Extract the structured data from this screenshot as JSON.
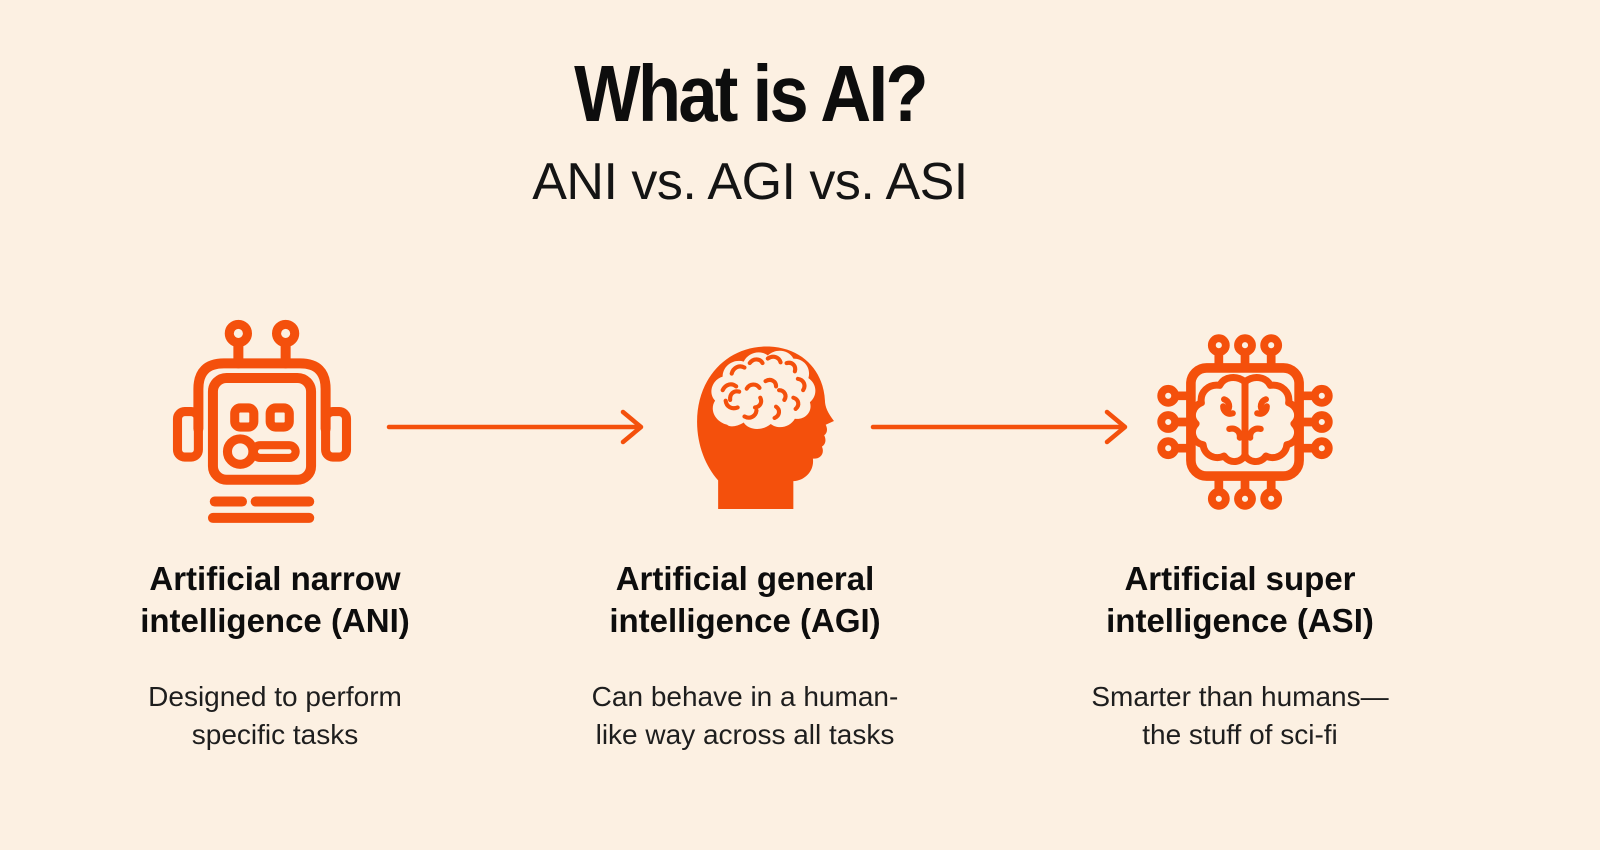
{
  "header": {
    "title": "What is AI?",
    "subtitle": "ANI vs. AGI vs. ASI"
  },
  "colors": {
    "background": "#FCF0E2",
    "accent_orange": "#F4500C",
    "heading_text": "#0D0D0D",
    "body_text": "#1E1E1E"
  },
  "columns": [
    {
      "id": "ani",
      "icon": "robot-icon",
      "heading_lines": [
        "Artificial narrow",
        "intelligence (ANI)"
      ],
      "description_lines": [
        "Designed to perform",
        "specific tasks"
      ]
    },
    {
      "id": "agi",
      "icon": "human-head-brain-icon",
      "heading_lines": [
        "Artificial general",
        "intelligence (AGI)"
      ],
      "description_lines": [
        "Can behave in a human-",
        "like way across all tasks"
      ]
    },
    {
      "id": "asi",
      "icon": "chip-brain-icon",
      "heading_lines": [
        "Artificial super",
        "intelligence (ASI)"
      ],
      "description_lines": [
        "Smarter than humans—",
        "the stuff of sci-fi"
      ]
    }
  ],
  "arrows": [
    {
      "icon": "arrow-right-icon",
      "direction": "right"
    },
    {
      "icon": "arrow-right-icon",
      "direction": "right"
    }
  ]
}
